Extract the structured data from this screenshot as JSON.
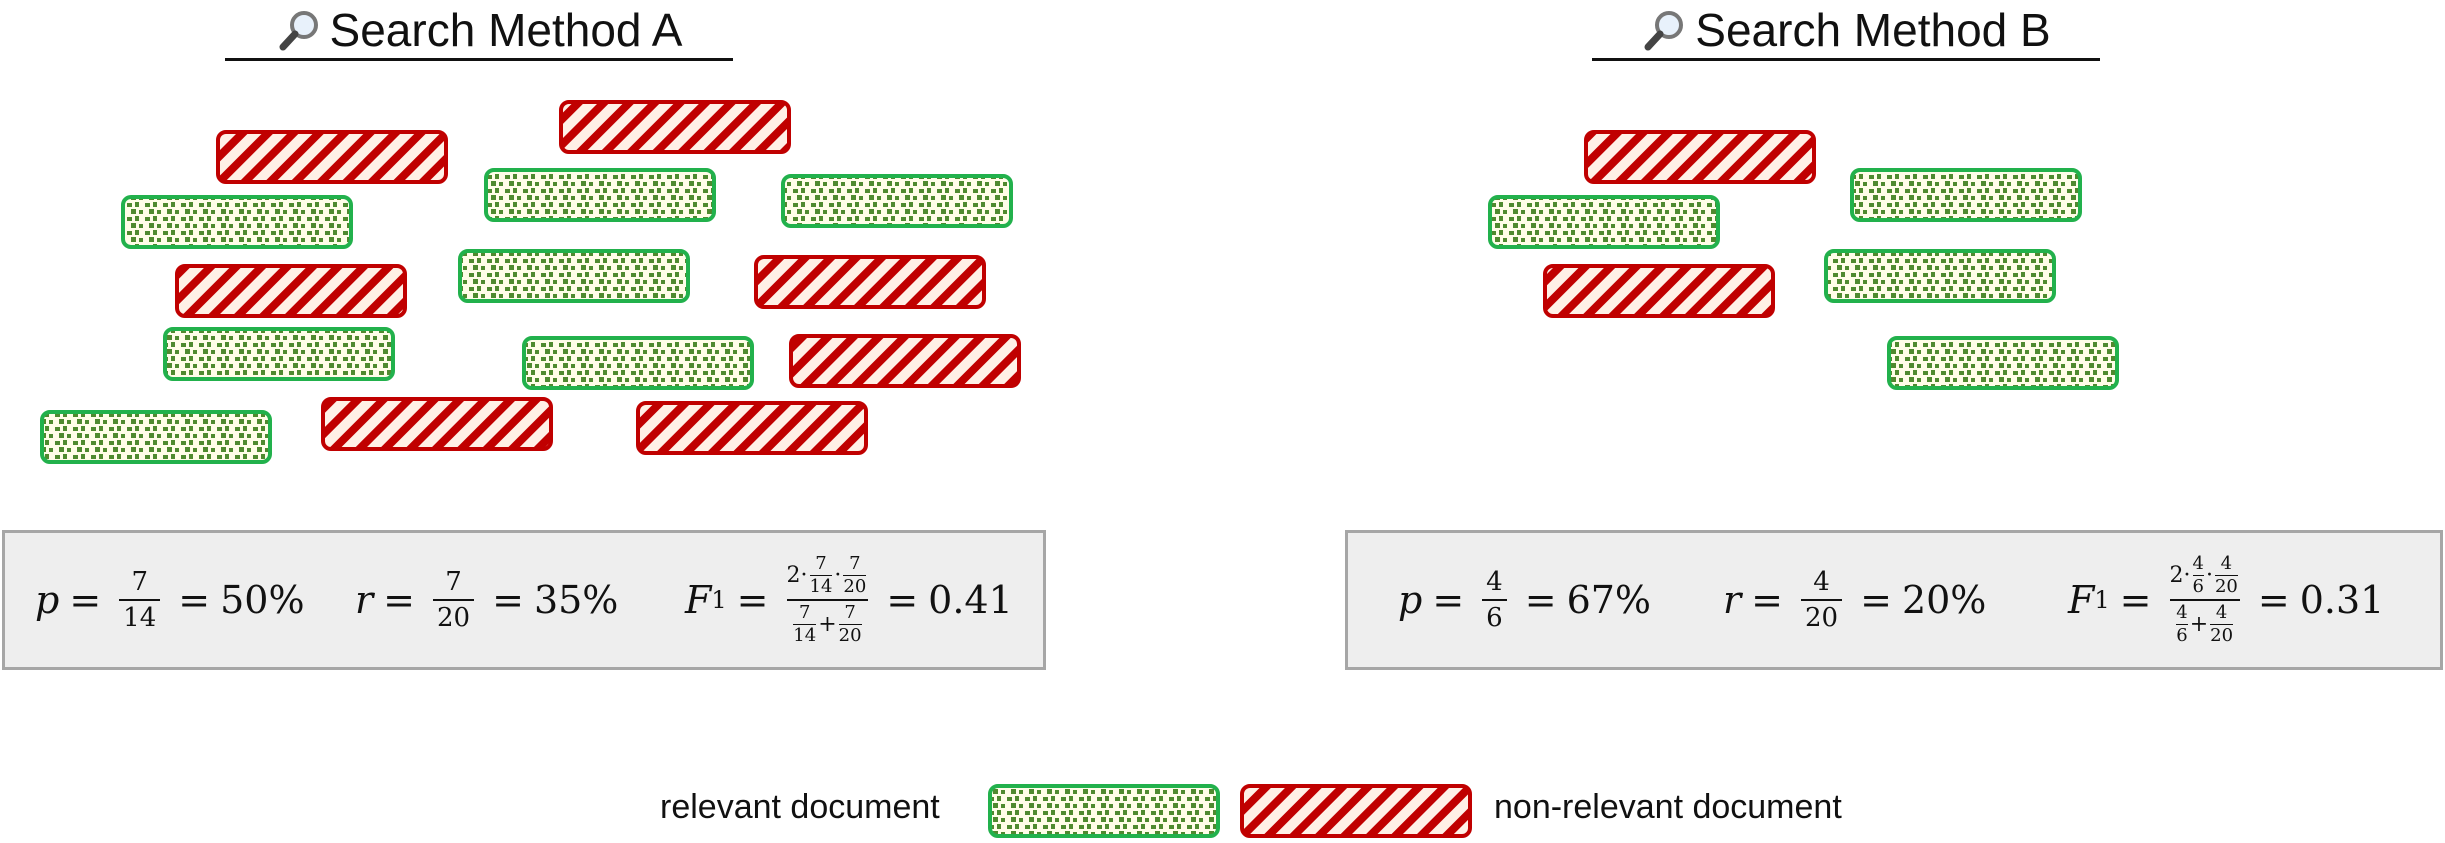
{
  "colors": {
    "relevant_fill": "#fffde8",
    "relevant_pattern": "#4f8a2f",
    "relevant_border": "#22b14c",
    "nonrelevant_fill": "#fff0e6",
    "nonrelevant_stripe": "#c00000",
    "nonrelevant_border": "#c00000",
    "box_fill": "#eeeeee",
    "box_border": "#a6a6a6"
  },
  "icons": {
    "title": "magnifying-glass-icon"
  },
  "method_a": {
    "title": "Search Method A",
    "docs": [
      {
        "kind": "nonrelevant",
        "col": 1,
        "row": 0
      },
      {
        "kind": "nonrelevant",
        "col": 2,
        "row": 0
      },
      {
        "kind": "relevant",
        "col": 1,
        "row": 1
      },
      {
        "kind": "relevant",
        "col": 0,
        "row": 1
      },
      {
        "kind": "relevant",
        "col": 3,
        "row": 1
      },
      {
        "kind": "nonrelevant",
        "col": 0,
        "row": 2
      },
      {
        "kind": "relevant",
        "col": 1,
        "row": 2
      },
      {
        "kind": "nonrelevant",
        "col": 2,
        "row": 2
      },
      {
        "kind": "relevant",
        "col": 0,
        "row": 3
      },
      {
        "kind": "relevant",
        "col": 1,
        "row": 3
      },
      {
        "kind": "nonrelevant",
        "col": 2,
        "row": 3
      },
      {
        "kind": "relevant",
        "col": 0,
        "row": 4
      },
      {
        "kind": "nonrelevant",
        "col": 1,
        "row": 4
      },
      {
        "kind": "nonrelevant",
        "col": 2,
        "row": 4
      }
    ],
    "p": {
      "label": "p",
      "num": "7",
      "den": "14",
      "result": "50%"
    },
    "r": {
      "label": "r",
      "num": "7",
      "den": "20",
      "result": "35%"
    },
    "f1": {
      "label": "F",
      "sub": "1",
      "coef": "2·",
      "p_num": "7",
      "p_den": "14",
      "r_num": "7",
      "r_den": "20",
      "result": "0.41"
    }
  },
  "method_b": {
    "title": "Search Method B",
    "docs": [
      {
        "kind": "nonrelevant",
        "col": 0,
        "row": 0
      },
      {
        "kind": "relevant",
        "col": 0,
        "row": 1
      },
      {
        "kind": "relevant",
        "col": 1,
        "row": 1
      },
      {
        "kind": "nonrelevant",
        "col": 0,
        "row": 2
      },
      {
        "kind": "relevant",
        "col": 1,
        "row": 2
      },
      {
        "kind": "relevant",
        "col": 1,
        "row": 3
      }
    ],
    "p": {
      "label": "p",
      "num": "4",
      "den": "6",
      "result": "67%"
    },
    "r": {
      "label": "r",
      "num": "4",
      "den": "20",
      "result": "20%"
    },
    "f1": {
      "label": "F",
      "sub": "1",
      "coef": "2·",
      "p_num": "4",
      "p_den": "6",
      "r_num": "4",
      "r_den": "20",
      "result": "0.31"
    }
  },
  "legend": {
    "relevant_label": "relevant document",
    "nonrelevant_label": "non-relevant document"
  },
  "symbols": {
    "equals": "=",
    "plus": "+",
    "dot": "·"
  }
}
